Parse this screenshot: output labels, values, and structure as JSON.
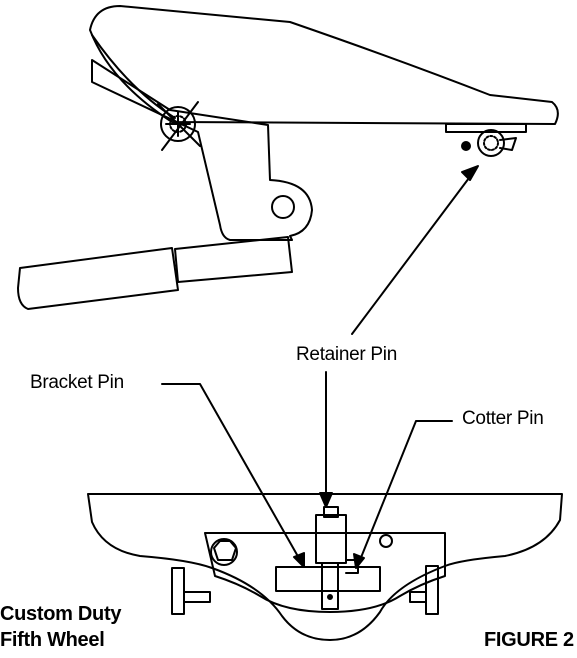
{
  "labels": {
    "retainer_pin": "Retainer Pin",
    "bracket_pin": "Bracket Pin",
    "cotter_pin": "Cotter Pin"
  },
  "caption": {
    "line1": "Custom Duty",
    "line2": "Fifth Wheel"
  },
  "figure_label": "FIGURE 2",
  "colors": {
    "line": "#000000",
    "background": "#ffffff"
  }
}
